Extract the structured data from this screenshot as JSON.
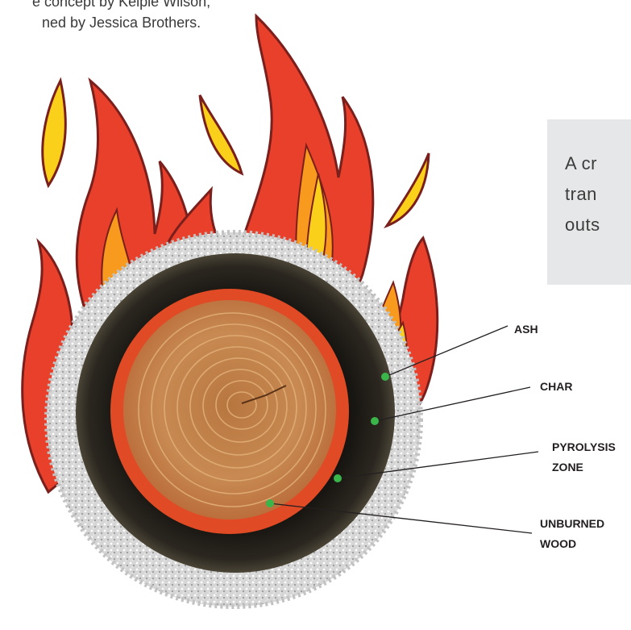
{
  "credit": {
    "line1": "e concept by Kelpie Wilson,",
    "line2": "ned by Jessica Brothers."
  },
  "caption": {
    "line1": "A cr",
    "line2": "tran",
    "line3": "outs"
  },
  "labels": {
    "ash": "ASH",
    "char": "CHAR",
    "pyrolysis_line1": "PYROLYSIS",
    "pyrolysis_line2": "ZONE",
    "unburned_line1": "UNBURNED",
    "unburned_line2": "WOOD"
  },
  "colors": {
    "flame_red": "#e8402a",
    "flame_outline": "#7a1f1c",
    "flame_orange": "#f79a1e",
    "flame_yellow": "#fbd01a",
    "ash_gray": "#d9d9d9",
    "char_black": "#1c1a16",
    "pyrolysis_red": "#e04a24",
    "wood_tan": "#c5824a",
    "marker_green": "#3ab54a",
    "caption_bg": "#e6e7e8"
  }
}
